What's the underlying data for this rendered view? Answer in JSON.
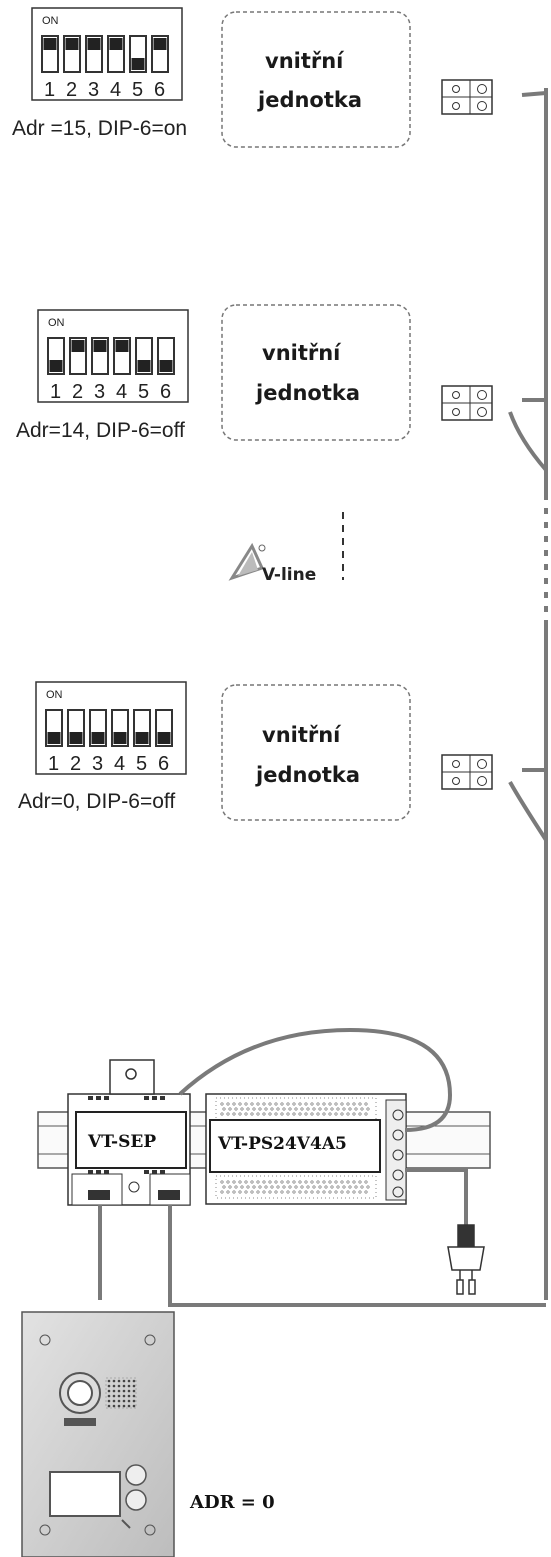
{
  "units": [
    {
      "box_line1": "vnitřní",
      "box_line2": "jednotka",
      "address_label": "Adr =15, DIP-6=on",
      "dip_on_label": "ON",
      "dip_switches": [
        true,
        true,
        true,
        true,
        false,
        true
      ]
    },
    {
      "box_line1": "vnitřní",
      "box_line2": "jednotka",
      "address_label": "Adr=14, DIP-6=off",
      "dip_on_label": "ON",
      "dip_switches": [
        false,
        true,
        true,
        true,
        false,
        false
      ]
    },
    {
      "box_line1": "vnitřní",
      "box_line2": "jednotka",
      "address_label": "Adr=0, DIP-6=off",
      "dip_on_label": "ON",
      "dip_switches": [
        false,
        false,
        false,
        false,
        false,
        false
      ]
    }
  ],
  "dip_numbers": [
    "1",
    "2",
    "3",
    "4",
    "5",
    "6"
  ],
  "logo": {
    "text": "V-line"
  },
  "devices": {
    "separator": "VT-SEP",
    "power_supply": "VT-PS24V4A5"
  },
  "door_station": {
    "address": "ADR = 0"
  }
}
